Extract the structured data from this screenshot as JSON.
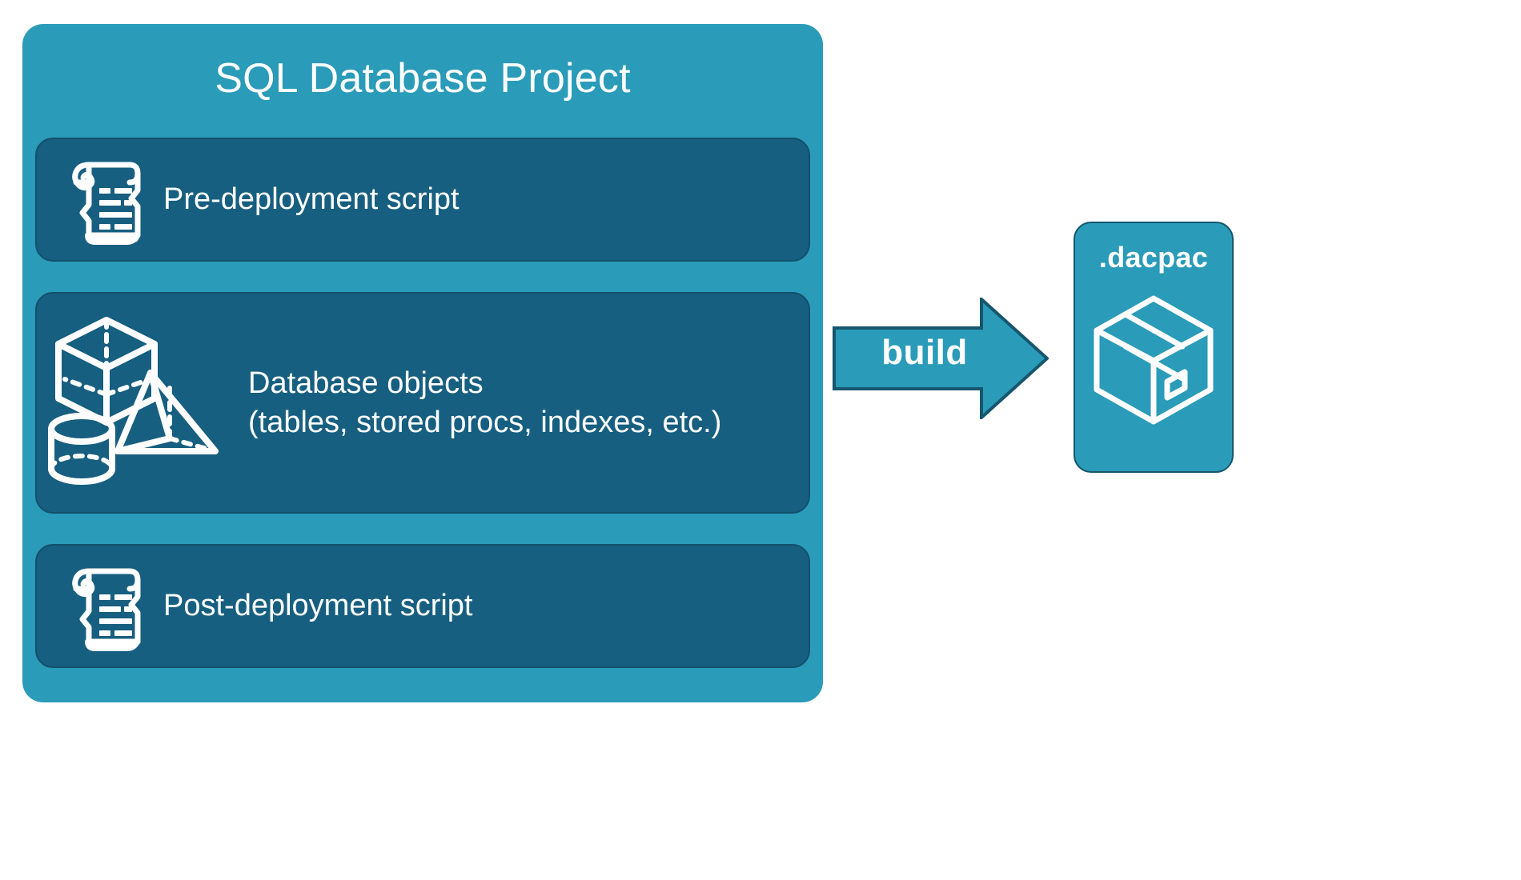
{
  "diagram": {
    "title": "SQL Database Project build diagram",
    "background_color": "#ffffff",
    "colors": {
      "container_teal": "#2a9bb8",
      "panel_dark_teal": "#175f80",
      "panel_border": "#12506c",
      "arrow_fill": "#2a9bb8",
      "arrow_border": "#17566d",
      "text_white": "#ffffff"
    }
  },
  "project": {
    "title": "SQL Database Project",
    "panels": [
      {
        "id": "pre-deployment",
        "label": "Pre-deployment script",
        "icon": "scroll-icon"
      },
      {
        "id": "database-objects",
        "label": "Database objects\n(tables, stored procs, indexes, etc.)",
        "line1": "Database objects",
        "line2": "(tables, stored procs, indexes, etc.)",
        "icon": "three-d-shapes-icon"
      },
      {
        "id": "post-deployment",
        "label": "Post-deployment script",
        "icon": "scroll-icon"
      }
    ]
  },
  "arrow": {
    "label": "build",
    "direction": "right",
    "icon": "right-arrow-icon"
  },
  "output": {
    "title": ".dacpac",
    "icon": "package-box-icon"
  }
}
